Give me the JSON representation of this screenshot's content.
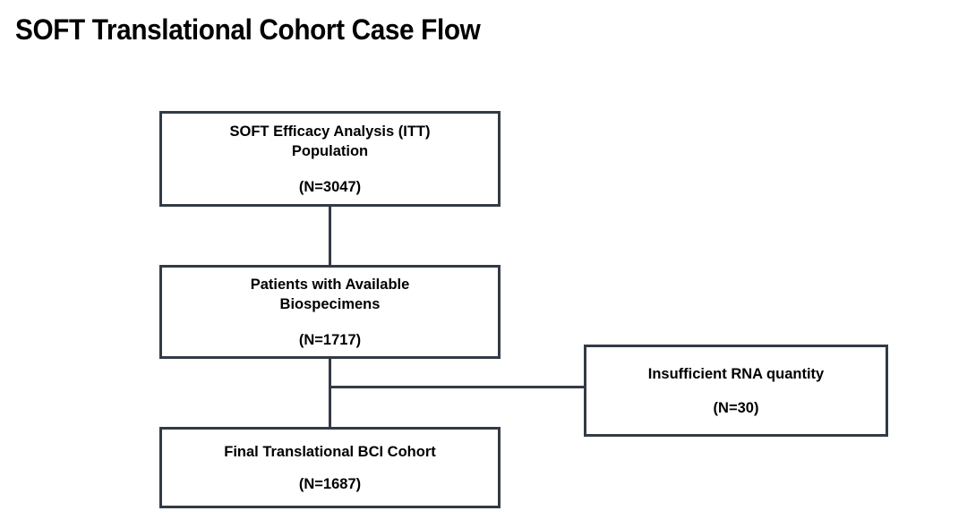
{
  "figure": {
    "title": "SOFT Translational Cohort Case Flow",
    "type": "flowchart",
    "colors": {
      "border": "#333b45",
      "text": "#000000",
      "background": "#ffffff"
    }
  },
  "nodes": {
    "itt": {
      "label": "SOFT Efficacy Analysis (ITT)\nPopulation",
      "count": "(N=3047)",
      "n": 3047
    },
    "biospecimens": {
      "label": "Patients with Available\nBiospecimens",
      "count": "(N=1717)",
      "n": 1717
    },
    "excluded_rna": {
      "label": "Insufficient RNA quantity",
      "count": "(N=30)",
      "n": 30
    },
    "final_cohort": {
      "label": "Final Translational BCI Cohort",
      "count": "(N=1687)",
      "n": 1687
    }
  },
  "edges": [
    {
      "from": "itt",
      "to": "biospecimens",
      "orientation": "vertical"
    },
    {
      "from": "biospecimens",
      "to": "final_cohort",
      "orientation": "vertical"
    },
    {
      "from": "biospecimens",
      "to": "excluded_rna",
      "orientation": "horizontal-branch"
    }
  ]
}
